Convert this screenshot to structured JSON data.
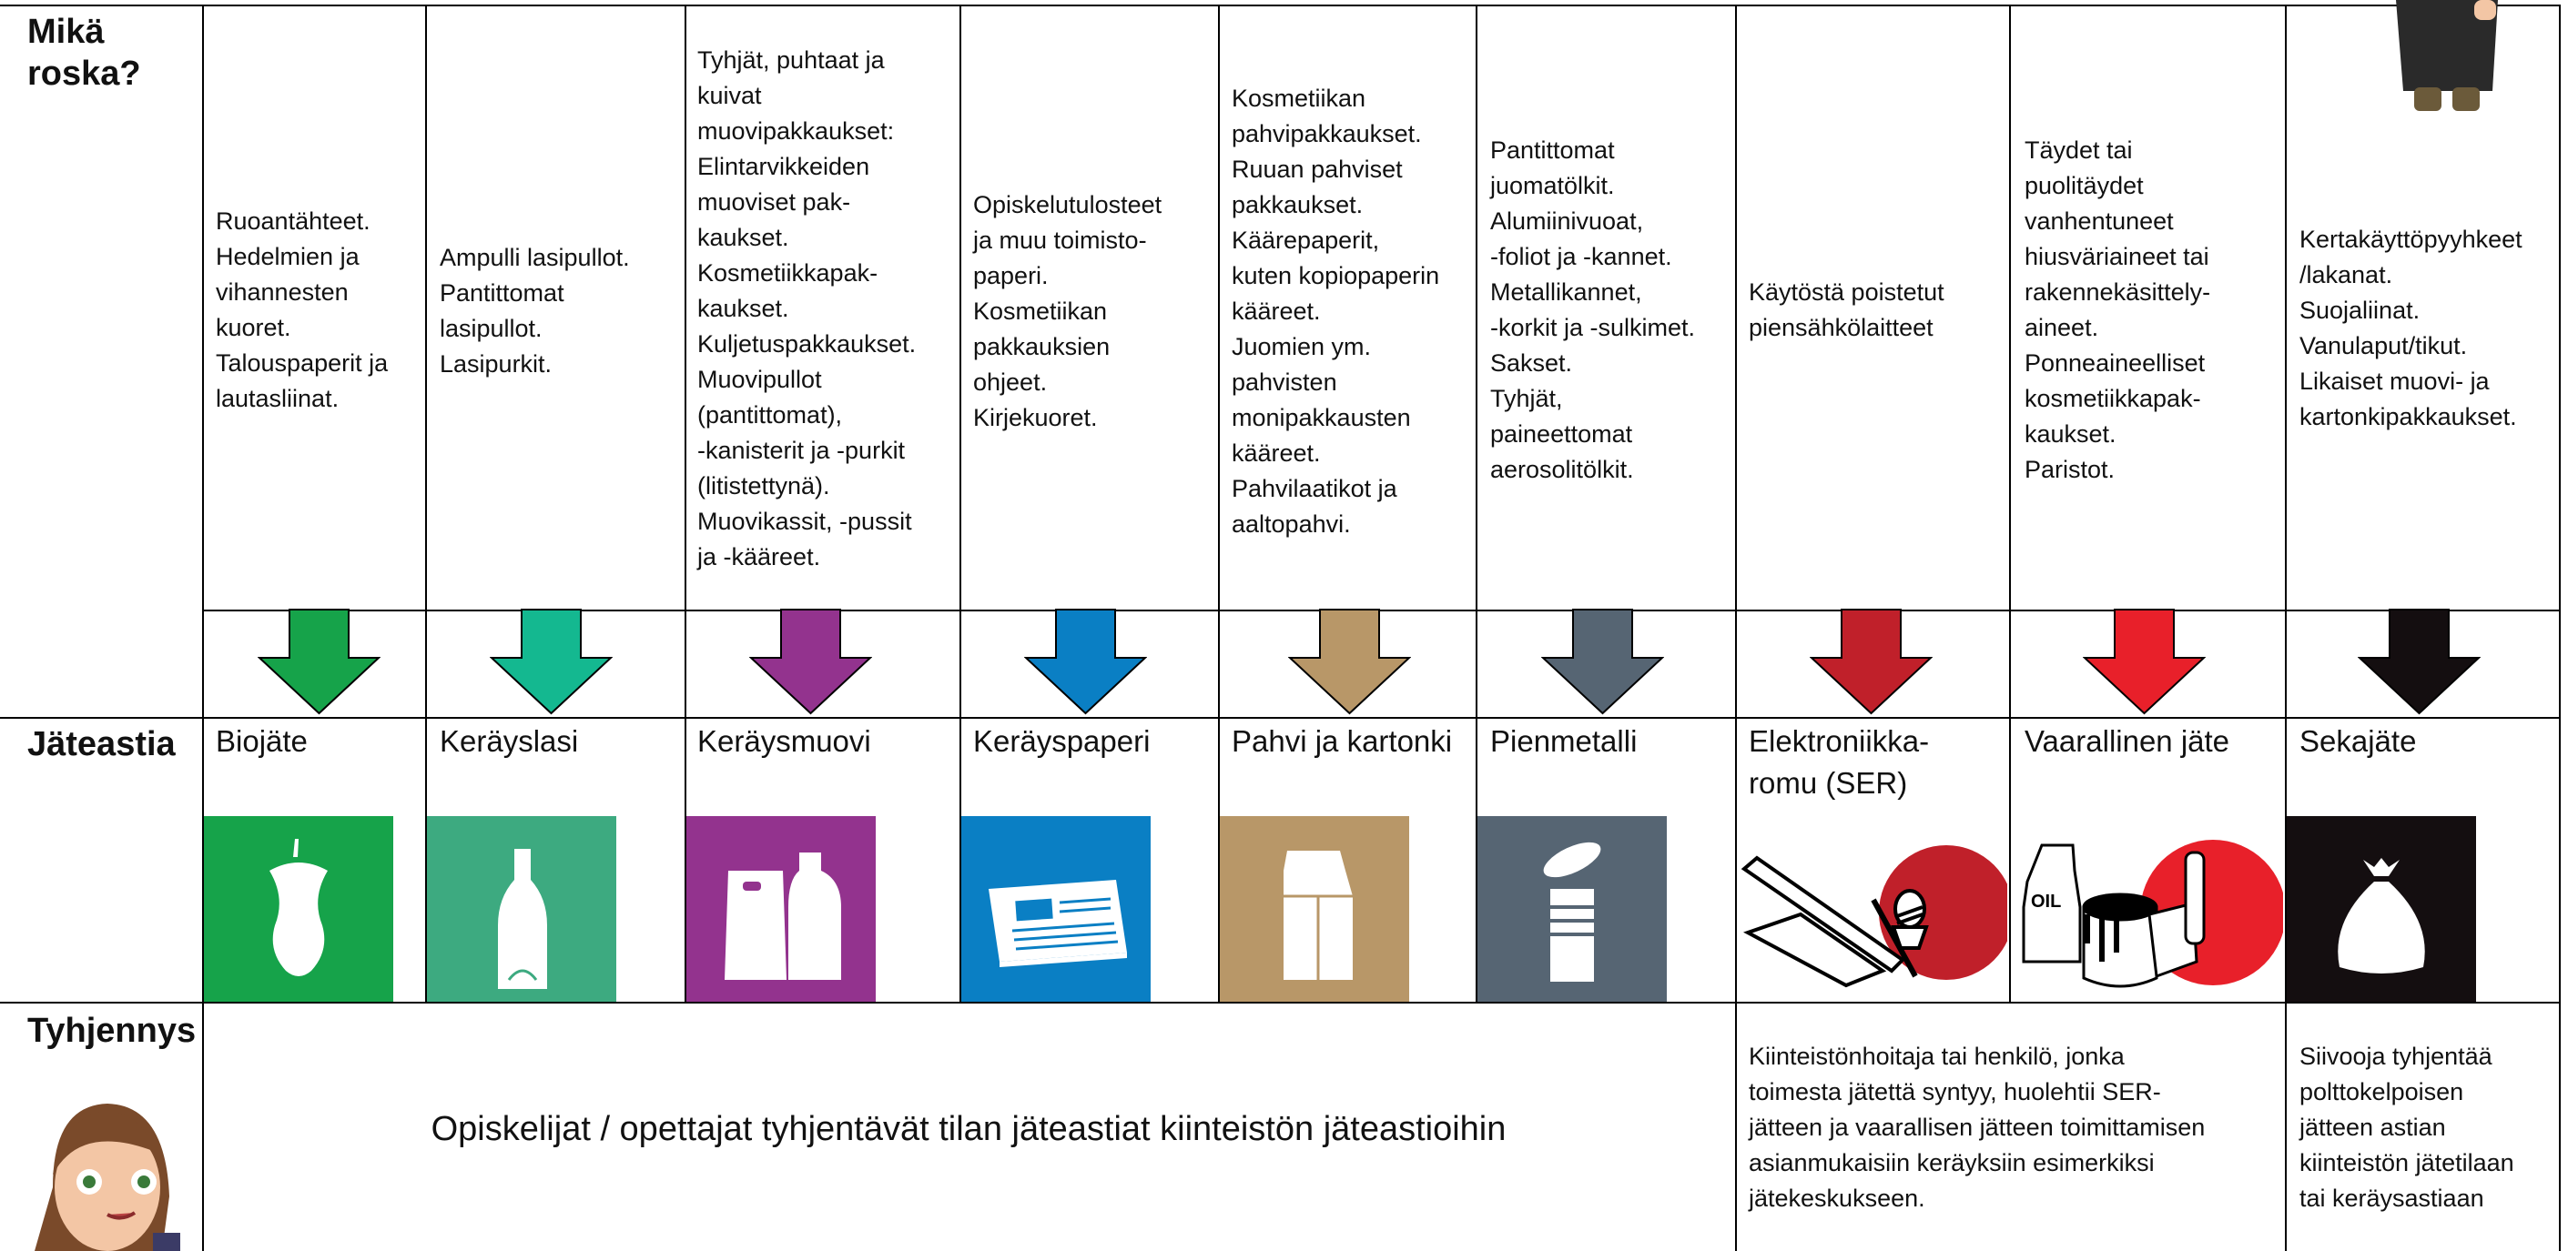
{
  "rows": {
    "what": "Mikä\nroska?",
    "bin": "Jäteastia",
    "empty": "Tyhjennys"
  },
  "columns": [
    {
      "id": "bio",
      "name": "Biojäte",
      "color": "#16a34a",
      "description": "Ruoantähteet.\nHedelmien ja\nvihannesten\nkuoret.\nTalouspaperit ja\nlautasliinat.",
      "icon": "apple-core-icon"
    },
    {
      "id": "glass",
      "name": "Keräyslasi",
      "color": "#14b890",
      "description": "Ampulli lasipullot.\nPantittomat\nlasipullot.\nLasipurkit.",
      "icon": "bottle-icon"
    },
    {
      "id": "plastic",
      "name": "Keräysmuovi",
      "color": "#93338e",
      "description": "Tyhjät, puhtaat ja\nkuivat\nmuovipakkaukset:\nElintarvikkeiden\nmuoviset pak-\nkaukset.\nKosmetiikkapak-\nkaukset.\nKuljetuspakkaukset.\nMuovipullot\n(pantittomat),\n-kanisterit ja -purkit\n(litistettynä).\nMuovikassit, -pussit\nja -kääreet.",
      "icon": "plastic-packaging-icon"
    },
    {
      "id": "paper",
      "name": "Keräyspaperi",
      "color": "#0a7fc4",
      "description": "Opiskelutulosteet\nja muu toimisto-\npaperi.\nKosmetiikan\npakkauksien\nohjeet.\nKirjekuoret.",
      "icon": "newspaper-icon"
    },
    {
      "id": "cardboard",
      "name": "Pahvi ja kartonki",
      "color": "#b89768",
      "description": "Kosmetiikan\npahvipakkaukset.\nRuuan pahviset\npakkaukset.\nKäärepaperit,\nkuten kopiopaperin\nkääreet.\nJuomien ym.\npahvisten\nmonipakkausten\nkääreet.\nPahvilaatikot ja\naaltopahvi.",
      "icon": "milk-carton-icon"
    },
    {
      "id": "metal",
      "name": "Pienmetalli",
      "color": "#566573",
      "description": "Pantittomat\njuomatölkit.\nAlumiinivuoat,\n-foliot ja -kannet.\nMetallikannet,\n-korkit ja -sulkimet.\nSakset.\nTyhjät,\npaineettomat\naerosolitölkit.",
      "icon": "tin-can-icon"
    },
    {
      "id": "ser",
      "name": "Elektroniikka-\nromu (SER)",
      "color": "#c0202a",
      "description": "Käytöstä poistetut\npiensähkölaitteet",
      "icon": "electronics-waste-icon"
    },
    {
      "id": "hazard",
      "name": "Vaarallinen jäte",
      "color": "#e8202a",
      "description": "Täydet tai\npuolitäydet\nvanhentuneet\nhiusväriaineet tai\nrakennekäsittely-\naineet.\nPonneaineelliset\nkosmetiikkapak-\nkaukset.\nParistot.",
      "icon": "hazardous-waste-icon"
    },
    {
      "id": "mixed",
      "name": "Sekajäte",
      "color": "#140e10",
      "description": "Kertakäyttöpyyhkeet\n/lakanat.\nSuojaliinat.\nVanulaput/tikut.\nLikaiset muovi- ja\nkartonkipakkaukset.",
      "icon": "trash-bag-icon"
    }
  ],
  "emptying": {
    "students": "Opiskelijat / opettajat tyhjentävät tilan jäteastiat kiinteistön jäteastioihin",
    "ser_hazard": "Kiinteistönhoitaja tai henkilö, jonka\ntoimesta jätettä syntyy, huolehtii SER-\njätteen ja vaarallisen jätteen toimittamisen\nasianmukaisiin keräyksiin esimerkiksi\njätekeskukseen.",
    "mixed": "Siivooja tyhjentää\npolttokelpoisen\njätteen astian\nkiinteistön jätetilaan\ntai keräysastiaan"
  },
  "icon_text": {
    "oil": "OIL"
  }
}
